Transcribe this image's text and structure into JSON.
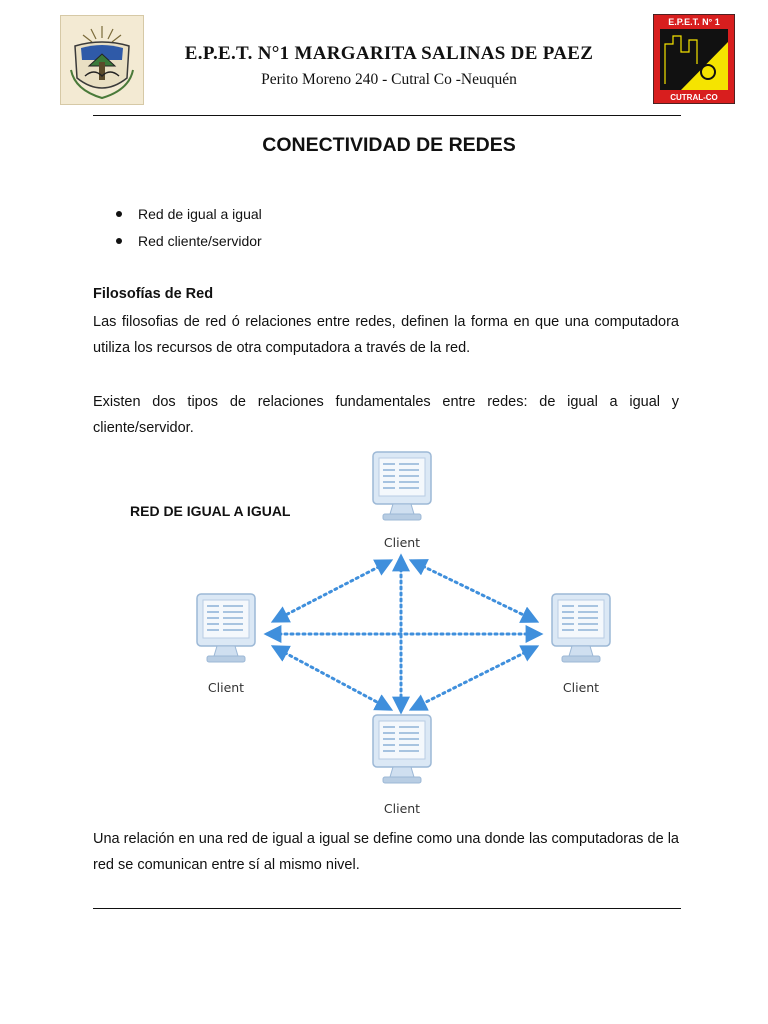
{
  "header": {
    "school_name": "E.P.E.T. N°1 MARGARITA SALINAS DE PAEZ",
    "address": "Perito Moreno 240 - Cutral Co -Neuquén",
    "logo_right_lines": [
      "E.P.E.T. N° 1",
      "CUTRAL-CO"
    ],
    "colors": {
      "logo_red": "#d81e1e",
      "logo_yellow": "#f5e400",
      "logo_black": "#111111",
      "arrow_blue": "#3f8fdc"
    }
  },
  "document": {
    "title": "CONECTIVIDAD DE REDES",
    "topics": [
      "Red de igual a igual",
      "Red cliente/servidor"
    ],
    "section_title": "Filosofías de Red",
    "paragraph1": "Las filosofias de red ó relaciones entre redes, definen la forma en que una computadora utiliza los recursos de otra computadora a través de la red.",
    "paragraph2": "Existen dos tipos de relaciones fundamentales entre redes: de igual a igual y cliente/servidor.",
    "diagram_title": "RED DE IGUAL A IGUAL",
    "diagram": {
      "nodes": [
        {
          "id": "top",
          "label": "Client",
          "icon": "monitor-icon"
        },
        {
          "id": "left",
          "label": "Client",
          "icon": "monitor-icon"
        },
        {
          "id": "right",
          "label": "Client",
          "icon": "monitor-icon"
        },
        {
          "id": "bottom",
          "label": "Client",
          "icon": "monitor-icon"
        }
      ]
    },
    "paragraph3": "Una relación en una red de igual a igual se define como una donde las computadoras de la red se comunican entre sí al mismo nivel."
  }
}
